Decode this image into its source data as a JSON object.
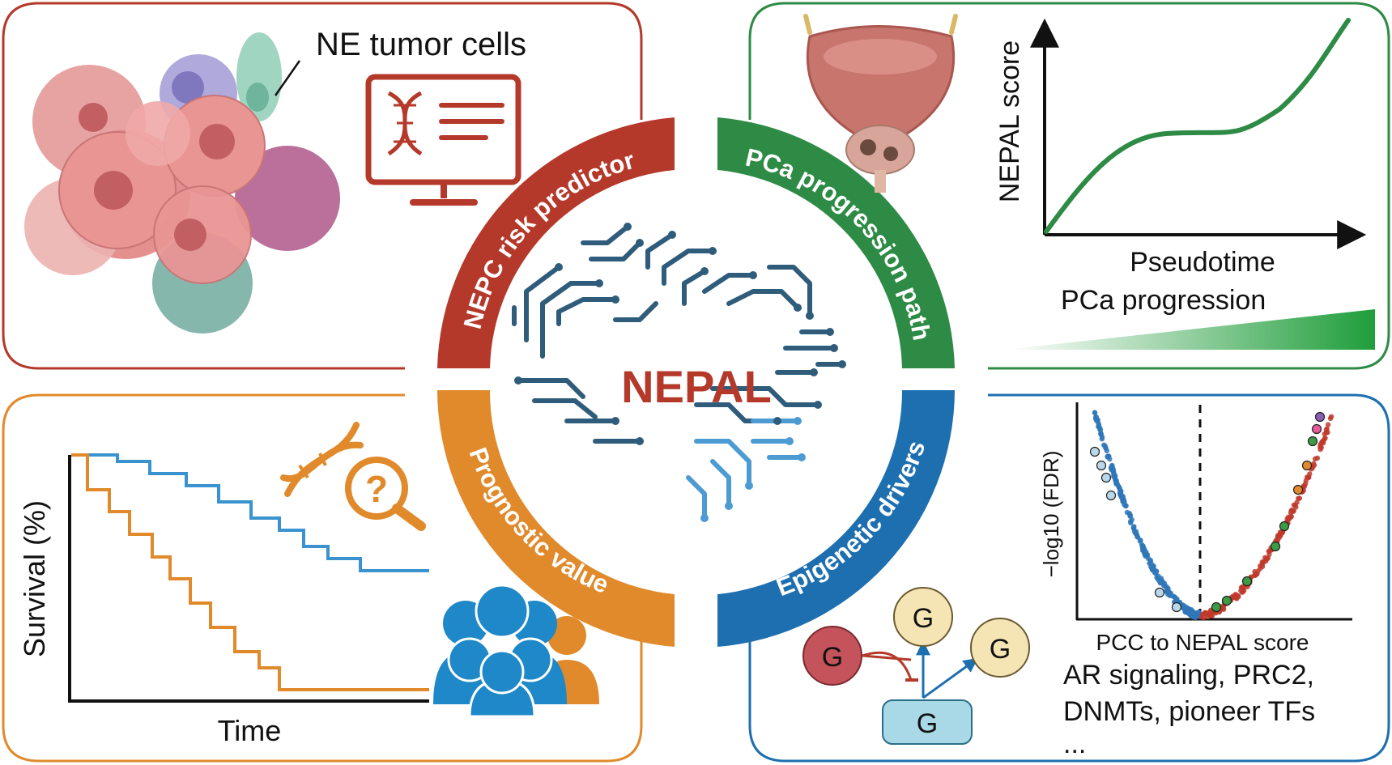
{
  "center": {
    "title": "NEPAL",
    "arcs": {
      "top_left": "NEPC risk predictor",
      "top_right": "PCa progression path",
      "bottom_left": "Prognostic value",
      "bottom_right": "Epigenetic drivers"
    }
  },
  "panel_top_left": {
    "label": "NE tumor cells"
  },
  "panel_top_right": {
    "ylabel": "NEPAL score",
    "xlabel": "Pseudotime",
    "gradient_label": "PCa progression"
  },
  "panel_bottom_left": {
    "ylabel": "Survival (%)",
    "xlabel": "Time"
  },
  "panel_bottom_right": {
    "ylabel": "−log10 (FDR)",
    "xlabel": "PCC to NEPAL score",
    "gene_node": "G",
    "note_line1": "AR signaling, PRC2,",
    "note_line2": "DNMTs, pioneer TFs",
    "note_line3": "..."
  },
  "colors": {
    "red": "#B5392A",
    "green": "#2E8B46",
    "orange": "#E08A2C",
    "blue": "#1E6FB0",
    "brain_dark": "#2E5C7A",
    "brain_light": "#4C9BD2"
  }
}
